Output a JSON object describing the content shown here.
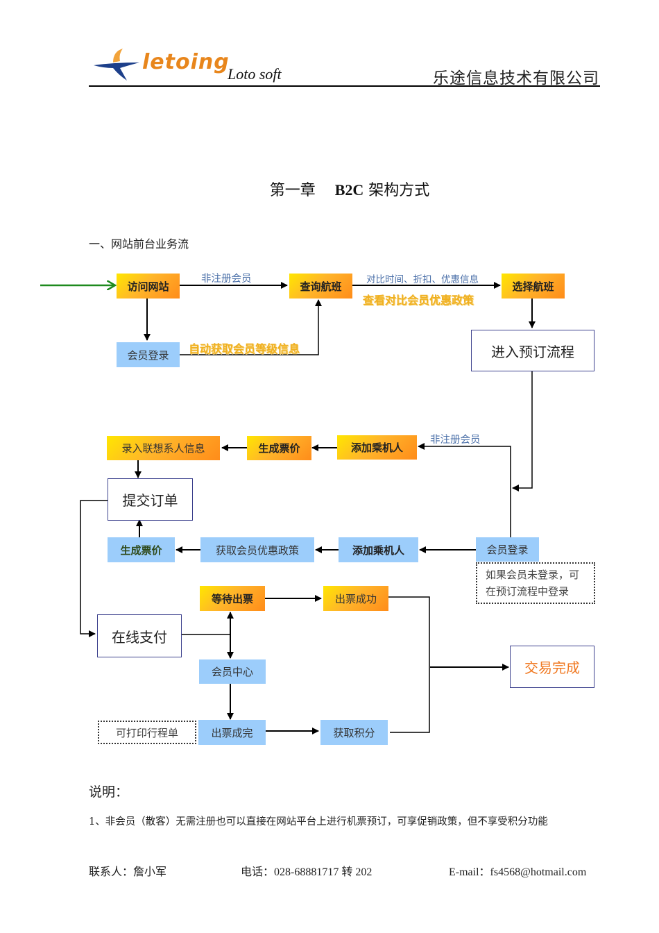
{
  "header": {
    "logo_text": "letoing",
    "logo_subtitle": "Loto soft",
    "company_name": "乐途信息技术有限公司"
  },
  "chapter_title": {
    "prefix": "第一章",
    "code": "B2C",
    "suffix": "架构方式"
  },
  "section_title": "一、网站前台业务流",
  "flow": {
    "nodes": {
      "visit_site": "访问网站",
      "query_flights": "查询航班",
      "select_flight": "选择航班",
      "member_login_top": "会员登录",
      "enter_booking": "进入预订流程",
      "enter_contact": "录入联想系人信息",
      "gen_price_top": "生成票价",
      "add_passenger_top": "添加乘机人",
      "submit_order": "提交订单",
      "gen_price_bottom": "生成票价",
      "get_member_policy": "获取会员优惠政策",
      "add_passenger_bottom": "添加乘机人",
      "member_login_mid": "会员登录",
      "login_note_line1": "如果会员未登录，可",
      "login_note_line2": "在预订流程中登录",
      "wait_ticket": "等待出票",
      "ticket_success": "出票成功",
      "online_pay": "在线支付",
      "member_center": "会员中心",
      "transaction_done": "交易完成",
      "print_itinerary": "可打印行程单",
      "ticket_complete": "出票成完",
      "get_points": "获取积分"
    },
    "edge_labels": {
      "non_member_top": "非注册会员",
      "compare_info": "对比时间、折扣、优惠信息",
      "view_member_policy": "查看对比会员优惠政策",
      "auto_level": "自动获取会员等级信息",
      "non_member_mid": "非注册会员"
    }
  },
  "notes": {
    "title": "说明：",
    "items": [
      "1、非会员（散客）无需注册也可以直接在网站平台上进行机票预订，可享促销政策，但不享受积分功能"
    ]
  },
  "footer": {
    "contact": "联系人：詹小军",
    "phone": "电话：028-68881717 转 202",
    "email": "E-mail：fs4568@hotmail.com"
  },
  "colors": {
    "orange_node": "#ffa726",
    "blue_node": "#9ccdfb",
    "border_navy": "#3a3f8c",
    "entry_arrow": "#1e8a1e",
    "done_text": "#f07820"
  }
}
